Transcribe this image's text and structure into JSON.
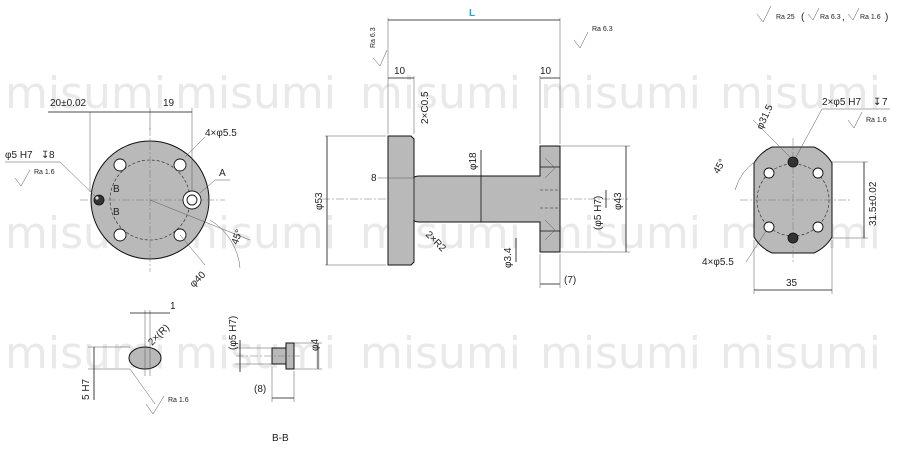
{
  "watermark": "misumi",
  "colors": {
    "highlight": "#29a3d6",
    "part": "#b9b9b9",
    "line": "#111111"
  },
  "dims": {
    "L": "L",
    "len_10_left": "10",
    "len_10_right": "10",
    "chamfer": "2×C0.5",
    "d53": "φ53",
    "d18": "φ18",
    "d43": "φ43",
    "d5h7_main": "(φ5 H7)",
    "d34": "φ3.4",
    "radius": "2×R2",
    "h8": "8",
    "len7": "(7)"
  },
  "roughness": {
    "ra63": "Ra 6.3",
    "ra16": "Ra 1.6",
    "ra25": "Ra 25",
    "paren_open": "(",
    "paren_close": ")",
    "comma": ","
  },
  "left_view": {
    "d20": "20±0.02",
    "d19": "19",
    "holes": "4×φ5.5",
    "bore": "φ5 H7",
    "depth": "8",
    "label_a": "A",
    "label_b1": "B",
    "label_b2": "B",
    "angle": "45°",
    "pcd": "φ40"
  },
  "right_view": {
    "pcd": "φ31.5",
    "bores": "2×φ5 H7",
    "depth": "7",
    "angle": "45°",
    "height": "31.5±0.02",
    "holes": "4×φ5.5",
    "width": "35"
  },
  "detail_views": {
    "d1": "1",
    "radius": "2×(R)",
    "h7": "5 H7",
    "pin_bore": "(φ5 H7)",
    "d4": "φ4",
    "len8": "(8)",
    "section": "B-B"
  }
}
